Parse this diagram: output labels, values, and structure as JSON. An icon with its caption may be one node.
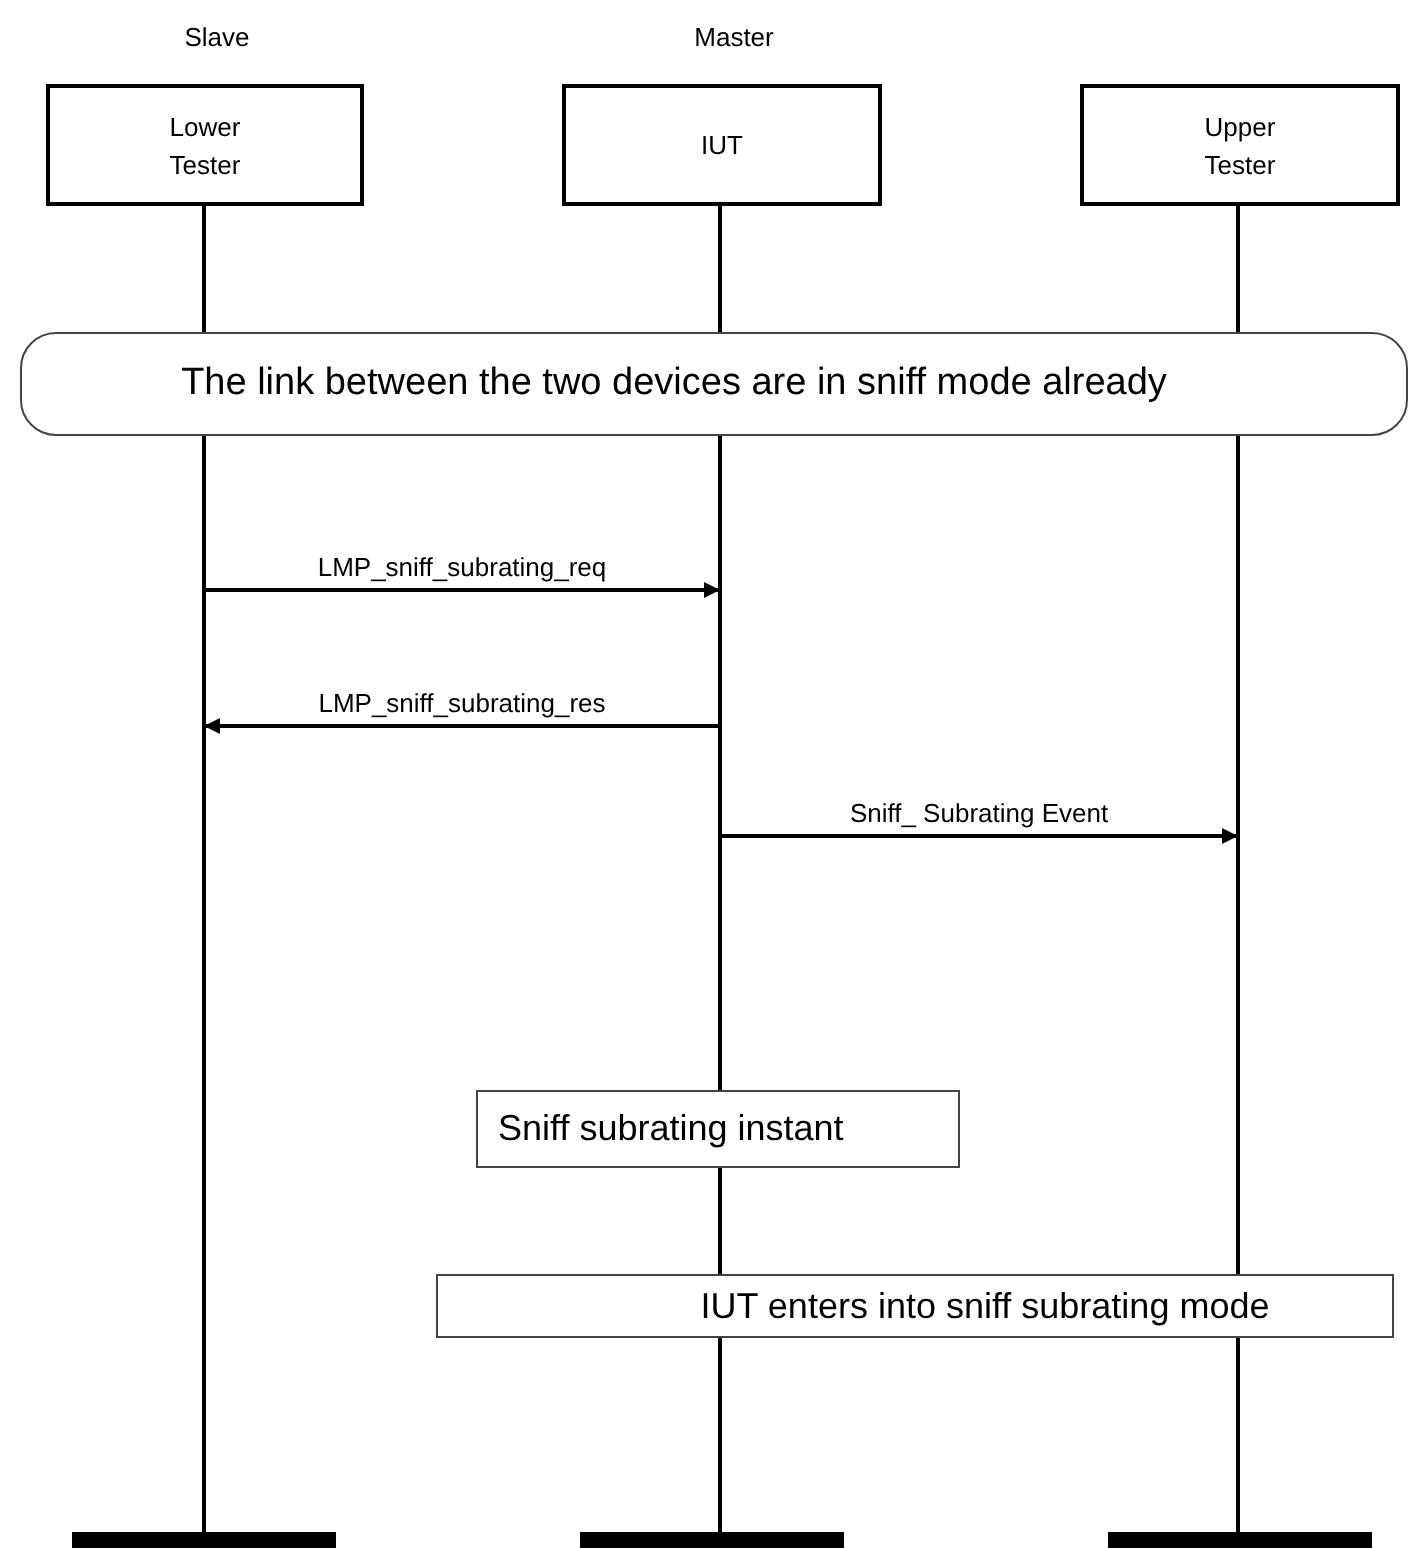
{
  "diagram": {
    "nodes": [
      {
        "text": [
          "Lower Tester"
        ],
        "beside": [
          "Slave"
        ]
      },
      {
        "text": [
          "IUT"
        ],
        "beside": [
          "Master"
        ]
      },
      {
        "text": [
          "Upper Tester"
        ]
      },
      {
        "text": [],
        "shape": "line"
      },
      {
        "text": [],
        "shape": "line"
      },
      {
        "text": [],
        "shape": "line"
      },
      {
        "text": [
          "The link between the two devices are in sniff mode already"
        ]
      },
      {
        "text": [
          "Sniff subrating instant"
        ]
      },
      {
        "text": [
          "IUT enters into sniff subrating mode"
        ]
      },
      {
        "text": [],
        "shape": "bar"
      },
      {
        "text": [],
        "shape": "bar"
      },
      {
        "text": [],
        "shape": "bar"
      }
    ],
    "edges": [
      {
        "from": 3,
        "to": 4,
        "arrow": "to",
        "label": "LMP_sniff_subrating_req"
      },
      {
        "from": 4,
        "to": 3,
        "arrow": "to",
        "label": "LMP_sniff_subrating_res"
      },
      {
        "from": 4,
        "to": 5,
        "arrow": "to",
        "label": "Sniff_ Subrating Event"
      }
    ]
  }
}
